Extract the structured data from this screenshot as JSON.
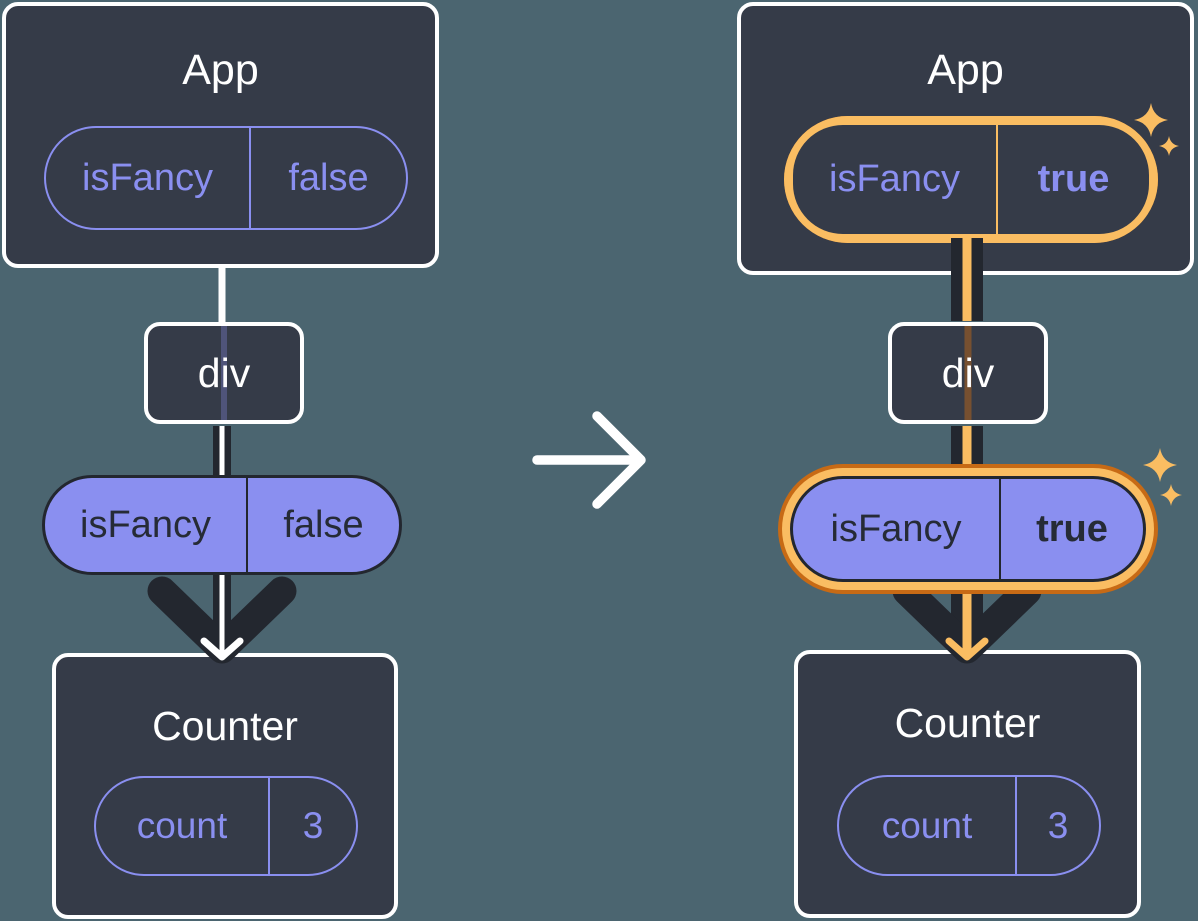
{
  "colors": {
    "background": "#4B6570",
    "card": "#353B48",
    "card-border": "#FFFFFF",
    "purple": "#8A8FF0",
    "dark-text": "#262B36",
    "line-dark": "#23272F",
    "orange": "#C76A15",
    "orange-light": "#FABD62",
    "white": "#FFFFFF",
    "through-before": "rgba(138,143,240,0.3)",
    "through-after": "rgba(199,106,21,0.45)"
  },
  "before": {
    "app": {
      "title": "App",
      "prop": {
        "name": "isFancy",
        "value": "false"
      }
    },
    "div": {
      "label": "div"
    },
    "prop_pill": {
      "name": "isFancy",
      "value": "false"
    },
    "counter": {
      "title": "Counter",
      "state": {
        "name": "count",
        "value": "3"
      }
    }
  },
  "after": {
    "app": {
      "title": "App",
      "prop": {
        "name": "isFancy",
        "value": "true"
      }
    },
    "div": {
      "label": "div"
    },
    "prop_pill": {
      "name": "isFancy",
      "value": "true"
    },
    "counter": {
      "title": "Counter",
      "state": {
        "name": "count",
        "value": "3"
      }
    }
  }
}
